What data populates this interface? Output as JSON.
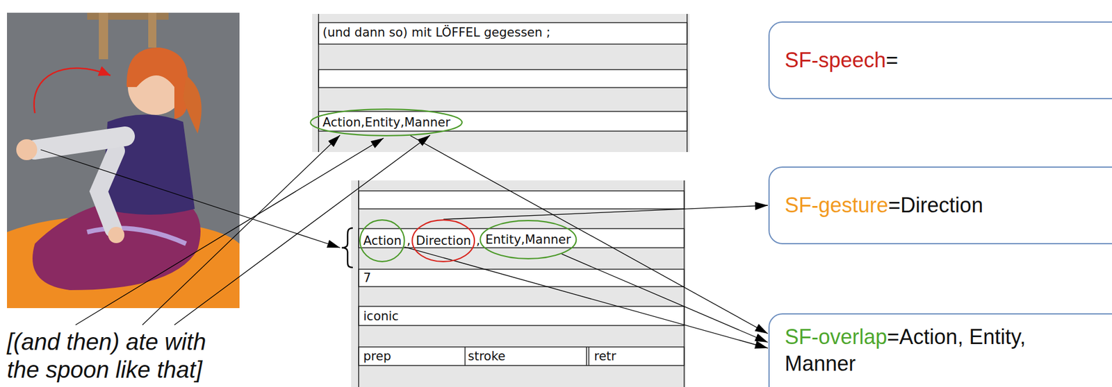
{
  "diagram": {
    "nodes": [
      {
        "text": [
          "(und dann so) mit LÖFFEL gegessen ;"
        ]
      },
      {
        "text": [
          "Action,Entity,Manner"
        ],
        "in": 0
      },
      {
        "text": [
          "7",
          "iconic",
          "prep",
          "stroke",
          "retr"
        ]
      },
      {
        "text": [
          "Action"
        ],
        "in": 2
      },
      {
        "text": [
          "Direction"
        ],
        "in": 2
      },
      {
        "text": [
          "Entity,Manner"
        ],
        "in": 2
      },
      {
        "text": [
          "SF-speech",
          "="
        ]
      },
      {
        "text": [
          "SF-gesture",
          "=Direction"
        ]
      },
      {
        "text": [
          "SF-overlap",
          "=Action, Entity, Manner"
        ]
      }
    ],
    "edges": [
      {
        "from": 1,
        "to": 8,
        "arrow": "to"
      },
      {
        "from": 4,
        "to": 7,
        "arrow": "to"
      },
      {
        "from": 3,
        "to": 8,
        "arrow": "to"
      },
      {
        "from": 5,
        "to": 8,
        "arrow": "to"
      }
    ],
    "labels": [
      ",",
      ",",
      "[(and then) ate with the spoon like that]"
    ]
  }
}
